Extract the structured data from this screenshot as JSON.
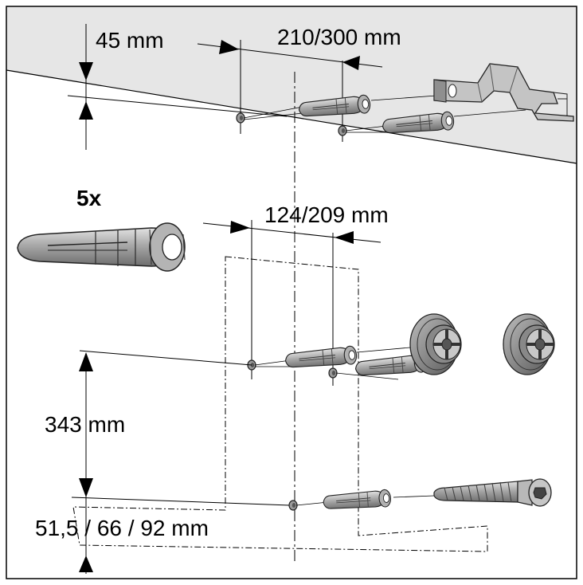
{
  "labels": {
    "top_gap": "45 mm",
    "top_spacing": "210/300 mm",
    "quantity": "5x",
    "mid_spacing": "124/209 mm",
    "vertical_spacing": "343 mm",
    "bottom_options": "51,5 / 66 / 92 mm"
  },
  "colors": {
    "wall": "#e6e6e6",
    "line": "#000000",
    "dowel_dark": "#7f7f7f",
    "dowel_mid": "#a5a5a5",
    "dowel_light": "#d0d0d0",
    "frame": "#000000"
  },
  "icons": {
    "dowel": "wall-plug-icon",
    "bracket": "mounting-bracket-icon",
    "foot": "adjustable-foot-icon",
    "screw": "screw-icon"
  }
}
